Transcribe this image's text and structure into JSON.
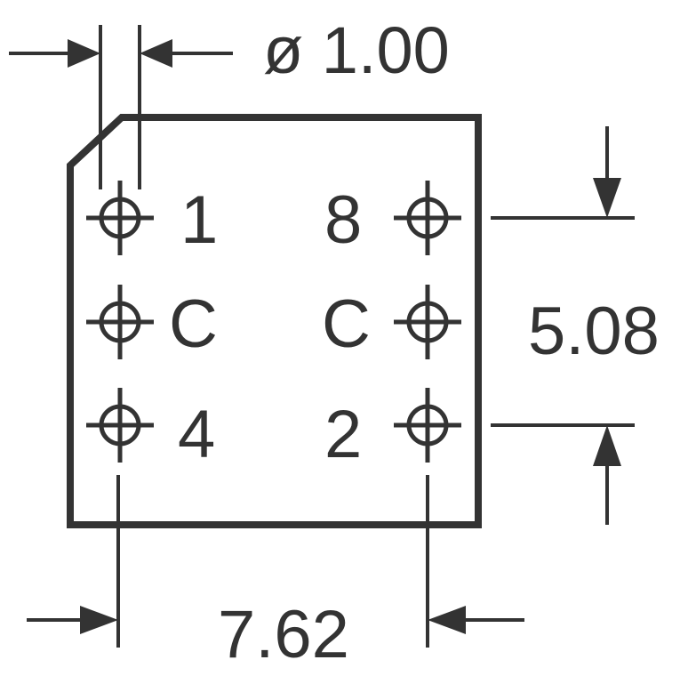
{
  "diagram": {
    "colors": {
      "ink": "#333333",
      "background": "#ffffff"
    },
    "hole_diameter_label": "ø 1.00",
    "vertical_pitch_label": "5.08",
    "horizontal_pitch_label": "7.62",
    "pins": [
      {
        "label": "1"
      },
      {
        "label": "C"
      },
      {
        "label": "4"
      },
      {
        "label": "8"
      },
      {
        "label": "C"
      },
      {
        "label": "2"
      }
    ]
  }
}
